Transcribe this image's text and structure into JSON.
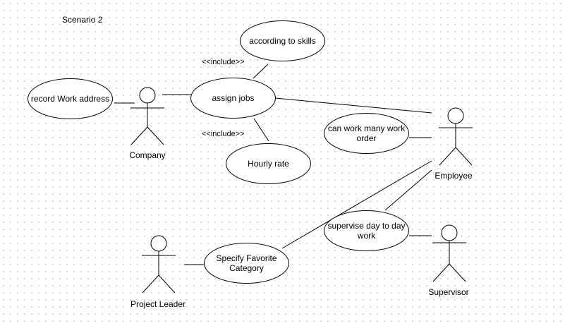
{
  "diagram": {
    "title": "Scenario 2",
    "stereotypes": {
      "include_top": "<<include>>",
      "include_bottom": "<<include>>"
    },
    "use_cases": {
      "record_work_address": "record Work address",
      "according_to_skills": "according to skills",
      "assign_jobs": "assign jobs",
      "hourly_rate": "Hourly rate",
      "can_work_many_work_order": "can work many work order",
      "supervise_day_to_day_work": "supervise day to day work",
      "specify_favorite_category": "Specify Favorite Category"
    },
    "actors": {
      "company": "Company",
      "employee": "Employee",
      "project_leader": "Project Leader",
      "supervisor": "Supervisor"
    }
  }
}
